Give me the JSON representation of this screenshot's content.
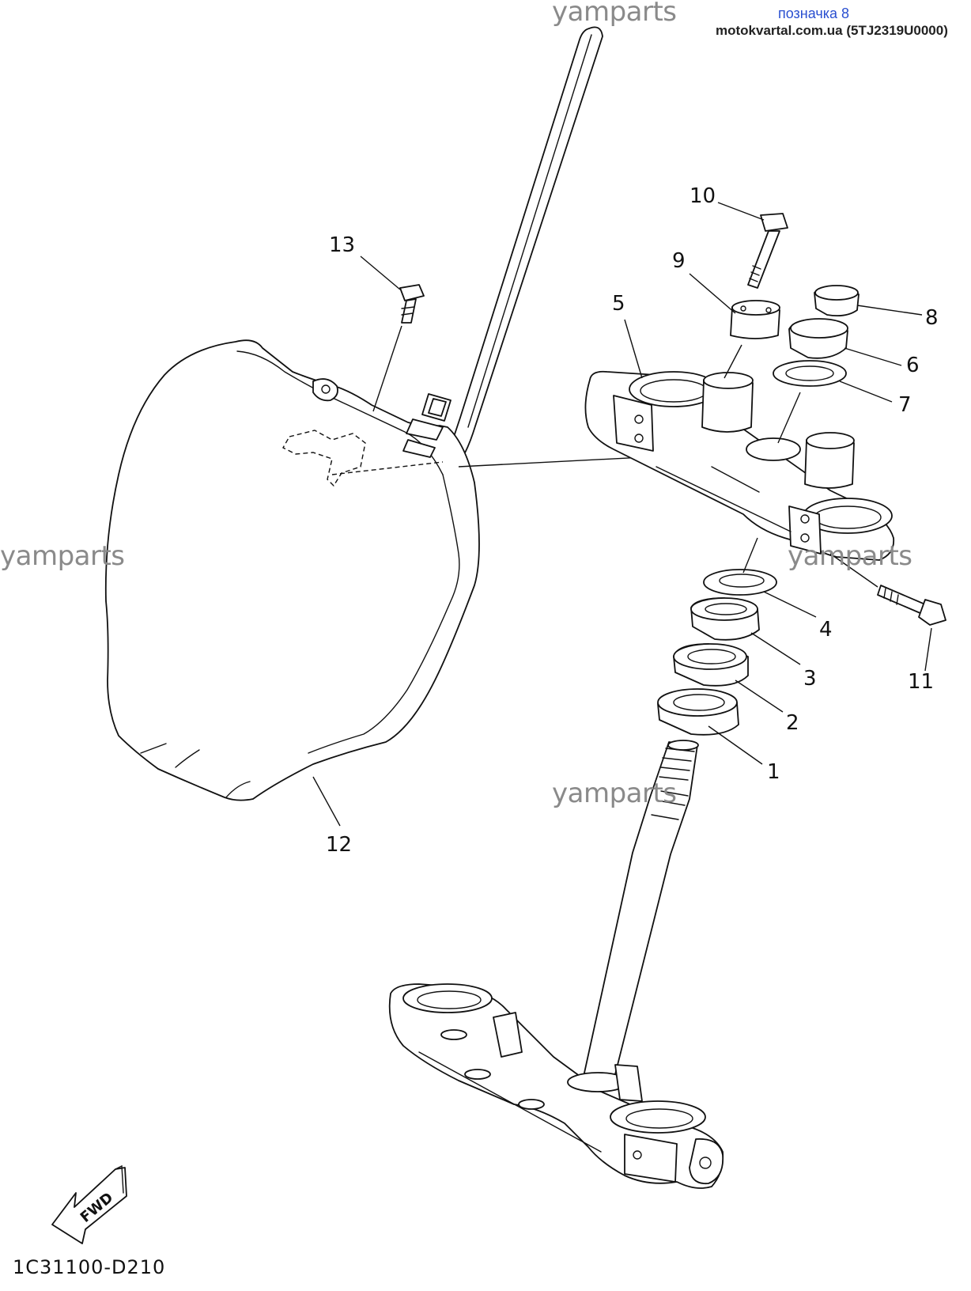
{
  "header": {
    "label": "позначка 8",
    "source": "motokvartal.com.ua (5TJ2319U0000)"
  },
  "watermarks": [
    "yamparts",
    "yamparts",
    "yamparts",
    "yamparts"
  ],
  "callouts": {
    "c1": "1",
    "c2": "2",
    "c3": "3",
    "c4": "4",
    "c5": "5",
    "c6": "6",
    "c7": "7",
    "c8": "8",
    "c9": "9",
    "c10": "10",
    "c11": "11",
    "c12": "12",
    "c13": "13"
  },
  "fwd_label": "FWD",
  "diagram_code": "1C31100-D210",
  "colors": {
    "line": "#111111",
    "watermark": "#8a8a8a",
    "label_blue": "#2a4fd0"
  }
}
